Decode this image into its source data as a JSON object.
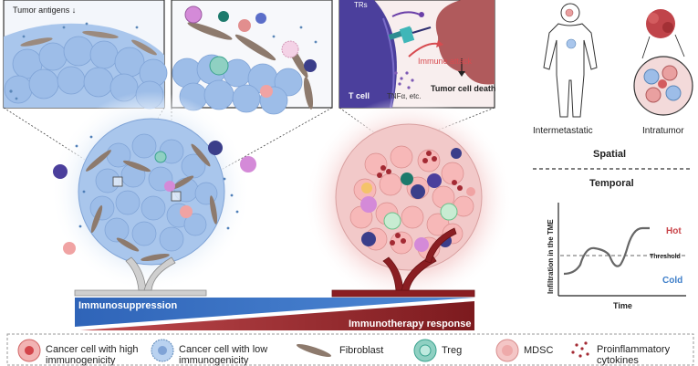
{
  "panels": {
    "tumor_antigens_label": "Tumor antigens ↓",
    "t_cell_label": "T cell",
    "trs_label": "TRs",
    "immune_attack_label": "Immune attack",
    "tnf_label": "TNFα, etc.",
    "tumor_death_label": "Tumor cell death"
  },
  "spatial": {
    "intermetastatic_label": "Intermetastatic",
    "intratumor_label": "Intratumor",
    "title": "Spatial"
  },
  "temporal": {
    "title": "Temporal",
    "ylabel": "Infiltration in the TME",
    "xlabel": "Time",
    "hot_label": "Hot",
    "cold_label": "Cold",
    "threshold_label": "Threshold",
    "hot_color": "#c9454a",
    "cold_color": "#3d7ec9"
  },
  "bars": {
    "immunosuppression_label": "Immunosuppression",
    "immunotherapy_label": "Immunotherapy response",
    "blue_color": "#3a6fc4",
    "red_color": "#8a1e22"
  },
  "legend": {
    "items": [
      {
        "label": "Cancer cell with high immunogenicity",
        "icon": "cancer-cell-high-icon"
      },
      {
        "label": "Cancer cell with low immunogenicity",
        "icon": "cancer-cell-low-icon"
      },
      {
        "label": "Fibroblast",
        "icon": "fibroblast-icon"
      },
      {
        "label": "Treg",
        "icon": "treg-icon"
      },
      {
        "label": "MDSC",
        "icon": "mdsc-icon"
      },
      {
        "label": "Proinflammatory cytokines",
        "icon": "cytokines-icon"
      }
    ]
  }
}
